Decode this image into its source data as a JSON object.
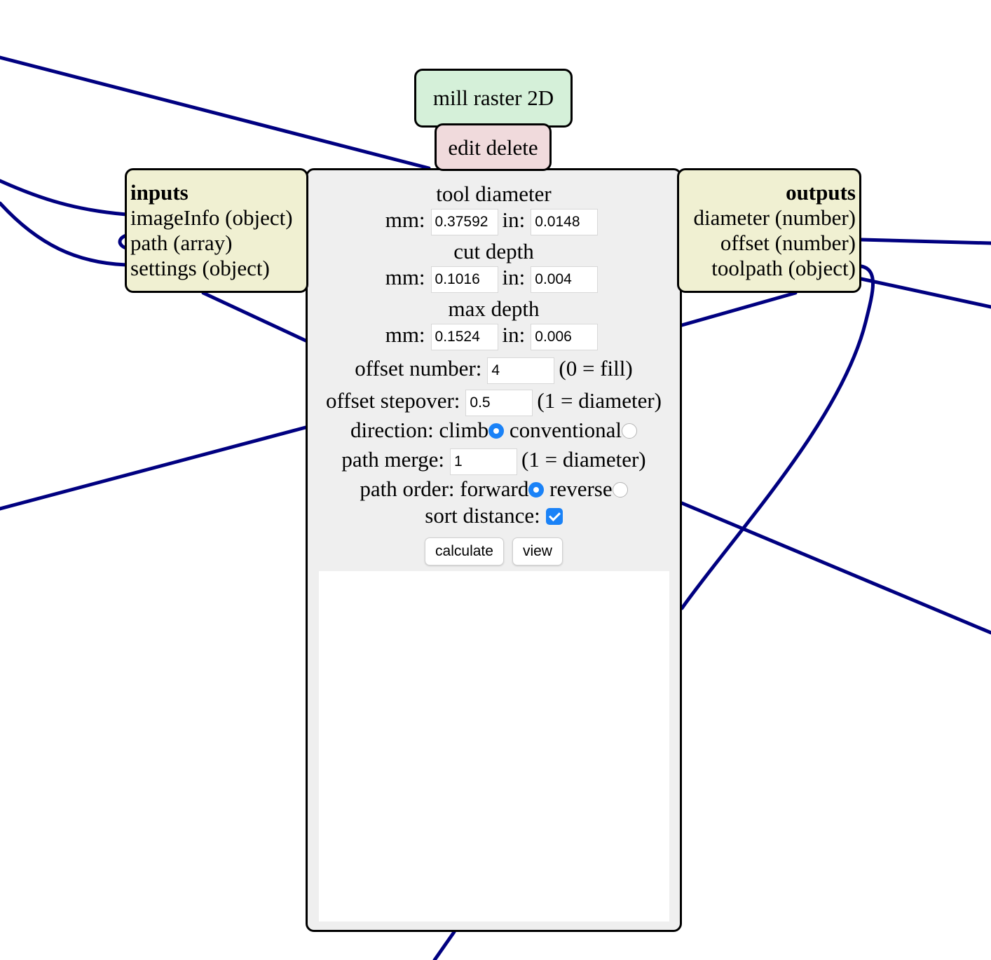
{
  "module": {
    "title": "mill raster 2D",
    "edit_label": "edit",
    "delete_label": "delete"
  },
  "inputs": {
    "title": "inputs",
    "items": [
      "imageInfo (object)",
      "path (array)",
      "settings (object)"
    ]
  },
  "outputs": {
    "title": "outputs",
    "items": [
      "diameter (number)",
      "offset (number)",
      "toolpath (object)"
    ]
  },
  "panel": {
    "tool_diameter": {
      "label": "tool diameter",
      "mm_label": "mm:",
      "mm_value": "0.37592",
      "in_label": "in:",
      "in_value": "0.0148"
    },
    "cut_depth": {
      "label": "cut depth",
      "mm_label": "mm:",
      "mm_value": "0.1016",
      "in_label": "in:",
      "in_value": "0.004"
    },
    "max_depth": {
      "label": "max depth",
      "mm_label": "mm:",
      "mm_value": "0.1524",
      "in_label": "in:",
      "in_value": "0.006"
    },
    "offset_number": {
      "label": "offset number:",
      "value": "4",
      "hint": "(0 = fill)"
    },
    "offset_stepover": {
      "label": "offset stepover:",
      "value": "0.5",
      "hint": "(1 = diameter)"
    },
    "direction": {
      "label": "direction:",
      "option1": "climb",
      "option2": "conventional",
      "selected": "climb"
    },
    "path_merge": {
      "label": "path merge:",
      "value": "1",
      "hint": "(1 = diameter)"
    },
    "path_order": {
      "label": "path order:",
      "option1": "forward",
      "option2": "reverse",
      "selected": "forward"
    },
    "sort_distance": {
      "label": "sort distance:",
      "checked": true
    },
    "calculate_label": "calculate",
    "view_label": "view"
  },
  "colors": {
    "wire": "#000080",
    "title_bg": "#d5f0d9",
    "edit_bg": "#f0dadc",
    "io_bg": "#f0f0d2",
    "panel_bg": "#efefef",
    "accent": "#1a82f7"
  }
}
